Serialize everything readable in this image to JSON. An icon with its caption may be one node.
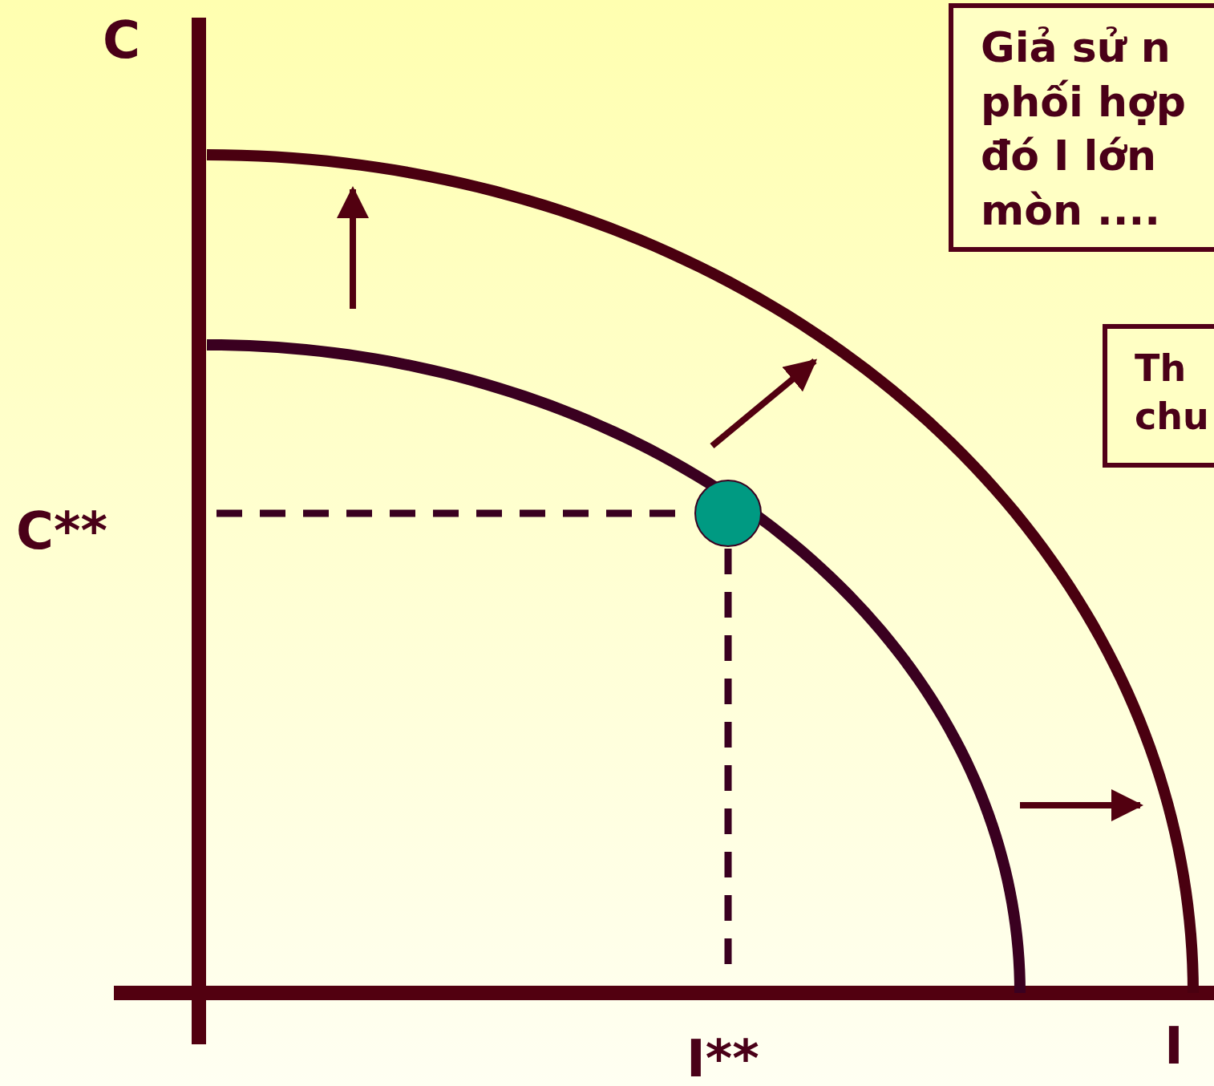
{
  "diagram": {
    "nodes": [
      {
        "text": [
          "Giả sử n phối hợp đó I lớn mòn ...."
        ]
      },
      {
        "text": [
          "Th chu"
        ]
      }
    ],
    "labels": [
      "C",
      "C**",
      "I**",
      "I"
    ]
  }
}
